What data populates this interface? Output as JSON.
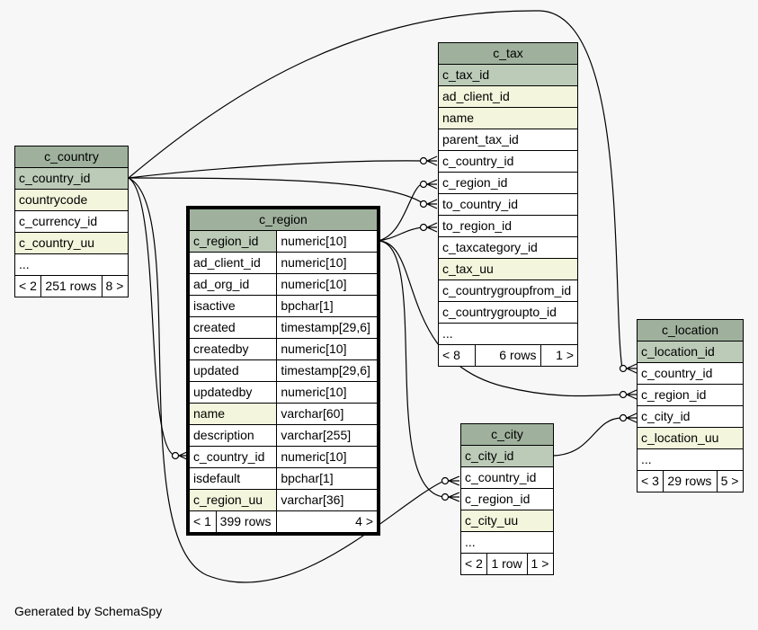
{
  "footer": "Generated by SchemaSpy",
  "tables": {
    "c_country": {
      "name": "c_country",
      "columns": [
        "c_country_id",
        "countrycode",
        "c_currency_id",
        "c_country_uu",
        "..."
      ],
      "nav": {
        "prev": "< 2",
        "rows": "251 rows",
        "next": "8 >"
      }
    },
    "c_region": {
      "name": "c_region",
      "columns": [
        {
          "name": "c_region_id",
          "type": "numeric[10]"
        },
        {
          "name": "ad_client_id",
          "type": "numeric[10]"
        },
        {
          "name": "ad_org_id",
          "type": "numeric[10]"
        },
        {
          "name": "isactive",
          "type": "bpchar[1]"
        },
        {
          "name": "created",
          "type": "timestamp[29,6]"
        },
        {
          "name": "createdby",
          "type": "numeric[10]"
        },
        {
          "name": "updated",
          "type": "timestamp[29,6]"
        },
        {
          "name": "updatedby",
          "type": "numeric[10]"
        },
        {
          "name": "name",
          "type": "varchar[60]"
        },
        {
          "name": "description",
          "type": "varchar[255]"
        },
        {
          "name": "c_country_id",
          "type": "numeric[10]"
        },
        {
          "name": "isdefault",
          "type": "bpchar[1]"
        },
        {
          "name": "c_region_uu",
          "type": "varchar[36]"
        }
      ],
      "nav": {
        "prev": "< 1",
        "rows": "399 rows",
        "next": "4 >"
      }
    },
    "c_tax": {
      "name": "c_tax",
      "columns": [
        "c_tax_id",
        "ad_client_id",
        "name",
        "parent_tax_id",
        "c_country_id",
        "c_region_id",
        "to_country_id",
        "to_region_id",
        "c_taxcategory_id",
        "c_tax_uu",
        "c_countrygroupfrom_id",
        "c_countrygroupto_id",
        "..."
      ],
      "nav": {
        "prev": "< 8",
        "rows": "6 rows",
        "next": "1 >"
      }
    },
    "c_location": {
      "name": "c_location",
      "columns": [
        "c_location_id",
        "c_country_id",
        "c_region_id",
        "c_city_id",
        "c_location_uu",
        "..."
      ],
      "nav": {
        "prev": "< 3",
        "rows": "29 rows",
        "next": "5 >"
      }
    },
    "c_city": {
      "name": "c_city",
      "columns": [
        "c_city_id",
        "c_country_id",
        "c_region_id",
        "c_city_uu",
        "..."
      ],
      "nav": {
        "prev": "< 2",
        "rows": "1 row",
        "next": "1 >"
      }
    }
  }
}
